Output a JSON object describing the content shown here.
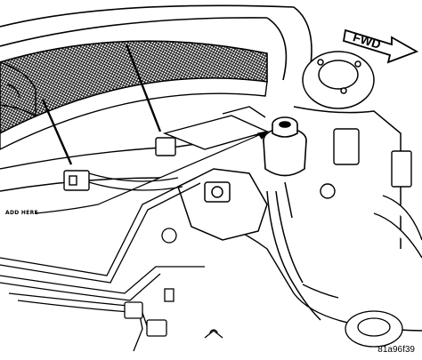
{
  "callout": {
    "label": "ADD HERE"
  },
  "direction_arrow": {
    "label": "FWD"
  },
  "figure_id": "81a96f39",
  "colors": {
    "line": "#000000",
    "background": "#ffffff"
  }
}
